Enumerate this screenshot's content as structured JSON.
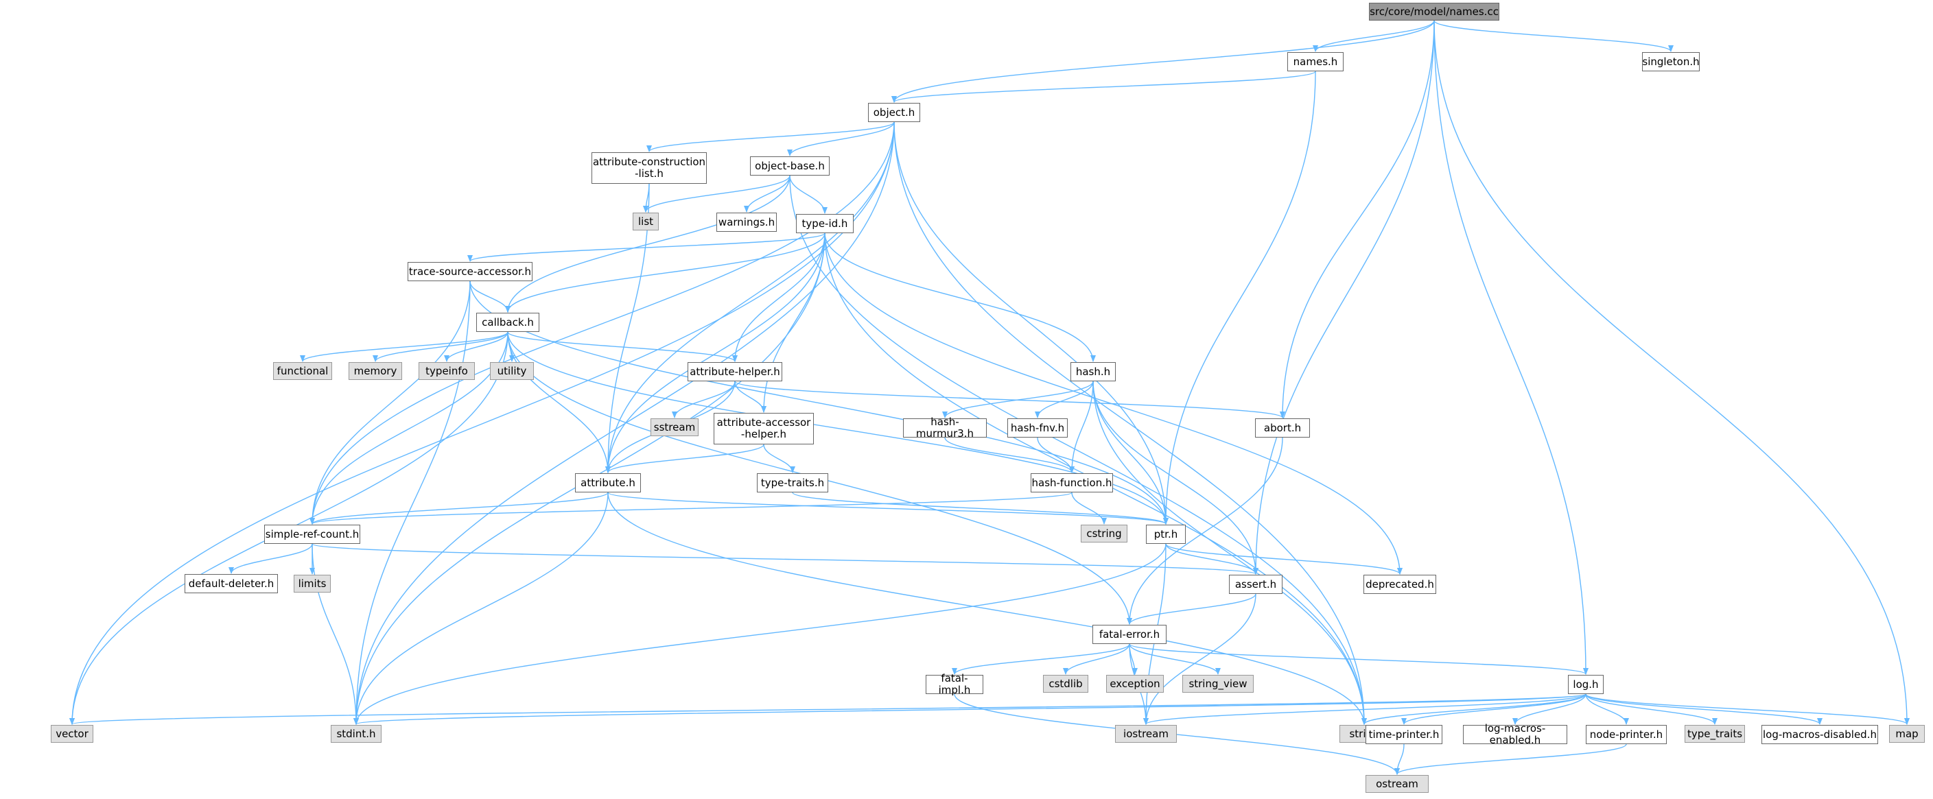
{
  "colors": {
    "edge": "#63b8ff",
    "local_border": "#666666",
    "system_fill": "#e0e0e0",
    "root_fill": "#999999"
  },
  "nodes": [
    {
      "id": "root",
      "label": "src/core/model/names.cc",
      "kind": "root"
    },
    {
      "id": "names_h",
      "label": "names.h",
      "kind": "local"
    },
    {
      "id": "singleton_h",
      "label": "singleton.h",
      "kind": "local"
    },
    {
      "id": "object_h",
      "label": "object.h",
      "kind": "local"
    },
    {
      "id": "attr_cl_h",
      "label": "attribute-construction\n-list.h",
      "kind": "local"
    },
    {
      "id": "object_base_h",
      "label": "object-base.h",
      "kind": "local"
    },
    {
      "id": "list",
      "label": "list",
      "kind": "system"
    },
    {
      "id": "warnings_h",
      "label": "warnings.h",
      "kind": "local"
    },
    {
      "id": "type_id_h",
      "label": "type-id.h",
      "kind": "local"
    },
    {
      "id": "tsa_h",
      "label": "trace-source-accessor.h",
      "kind": "local"
    },
    {
      "id": "callback_h",
      "label": "callback.h",
      "kind": "local"
    },
    {
      "id": "functional",
      "label": "functional",
      "kind": "system"
    },
    {
      "id": "memory",
      "label": "memory",
      "kind": "system"
    },
    {
      "id": "typeinfo",
      "label": "typeinfo",
      "kind": "system"
    },
    {
      "id": "utility",
      "label": "utility",
      "kind": "system"
    },
    {
      "id": "attr_helper_h",
      "label": "attribute-helper.h",
      "kind": "local"
    },
    {
      "id": "sstream",
      "label": "sstream",
      "kind": "system"
    },
    {
      "id": "attr_acc_h",
      "label": "attribute-accessor\n-helper.h",
      "kind": "local"
    },
    {
      "id": "type_traits_h",
      "label": "type-traits.h",
      "kind": "local"
    },
    {
      "id": "attribute_h",
      "label": "attribute.h",
      "kind": "local"
    },
    {
      "id": "hash_h",
      "label": "hash.h",
      "kind": "local"
    },
    {
      "id": "hash_m3_h",
      "label": "hash-murmur3.h",
      "kind": "local"
    },
    {
      "id": "hash_fnv_h",
      "label": "hash-fnv.h",
      "kind": "local"
    },
    {
      "id": "hash_fn_h",
      "label": "hash-function.h",
      "kind": "local"
    },
    {
      "id": "cstring",
      "label": "cstring",
      "kind": "system"
    },
    {
      "id": "abort_h",
      "label": "abort.h",
      "kind": "local"
    },
    {
      "id": "ptr_h",
      "label": "ptr.h",
      "kind": "local"
    },
    {
      "id": "src_h",
      "label": "simple-ref-count.h",
      "kind": "local"
    },
    {
      "id": "default_deleter_h",
      "label": "default-deleter.h",
      "kind": "local"
    },
    {
      "id": "limits",
      "label": "limits",
      "kind": "system"
    },
    {
      "id": "assert_h",
      "label": "assert.h",
      "kind": "local"
    },
    {
      "id": "deprecated_h",
      "label": "deprecated.h",
      "kind": "local"
    },
    {
      "id": "fatal_error_h",
      "label": "fatal-error.h",
      "kind": "local"
    },
    {
      "id": "fatal_impl_h",
      "label": "fatal-impl.h",
      "kind": "local"
    },
    {
      "id": "cstdlib",
      "label": "cstdlib",
      "kind": "system"
    },
    {
      "id": "exception",
      "label": "exception",
      "kind": "system"
    },
    {
      "id": "string_view",
      "label": "string_view",
      "kind": "system"
    },
    {
      "id": "log_h",
      "label": "log.h",
      "kind": "local"
    },
    {
      "id": "vector",
      "label": "vector",
      "kind": "system"
    },
    {
      "id": "stdint_h",
      "label": "stdint.h",
      "kind": "system"
    },
    {
      "id": "iostream",
      "label": "iostream",
      "kind": "system"
    },
    {
      "id": "string",
      "label": "string",
      "kind": "system"
    },
    {
      "id": "time_printer_h",
      "label": "time-printer.h",
      "kind": "local"
    },
    {
      "id": "lme_h",
      "label": "log-macros-enabled.h",
      "kind": "local"
    },
    {
      "id": "node_printer_h",
      "label": "node-printer.h",
      "kind": "local"
    },
    {
      "id": "type_traits",
      "label": "type_traits",
      "kind": "system"
    },
    {
      "id": "lmd_h",
      "label": "log-macros-disabled.h",
      "kind": "local"
    },
    {
      "id": "map",
      "label": "map",
      "kind": "system"
    },
    {
      "id": "ostream",
      "label": "ostream",
      "kind": "system"
    }
  ],
  "edges": [
    [
      "root",
      "object_h"
    ],
    [
      "root",
      "names_h"
    ],
    [
      "root",
      "singleton_h"
    ],
    [
      "root",
      "abort_h"
    ],
    [
      "root",
      "assert_h"
    ],
    [
      "root",
      "log_h"
    ],
    [
      "root",
      "map"
    ],
    [
      "names_h",
      "object_h"
    ],
    [
      "names_h",
      "ptr_h"
    ],
    [
      "object_h",
      "attr_cl_h"
    ],
    [
      "object_h",
      "object_base_h"
    ],
    [
      "object_h",
      "vector"
    ],
    [
      "object_h",
      "stdint_h"
    ],
    [
      "object_h",
      "src_h"
    ],
    [
      "object_h",
      "attribute_h"
    ],
    [
      "object_h",
      "ptr_h"
    ],
    [
      "object_h",
      "string"
    ],
    [
      "attr_cl_h",
      "list"
    ],
    [
      "attr_cl_h",
      "attribute_h"
    ],
    [
      "object_base_h",
      "list"
    ],
    [
      "object_base_h",
      "warnings_h"
    ],
    [
      "object_base_h",
      "type_id_h"
    ],
    [
      "object_base_h",
      "callback_h"
    ],
    [
      "object_base_h",
      "string"
    ],
    [
      "type_id_h",
      "tsa_h"
    ],
    [
      "type_id_h",
      "callback_h"
    ],
    [
      "type_id_h",
      "attr_helper_h"
    ],
    [
      "type_id_h",
      "attr_acc_h"
    ],
    [
      "type_id_h",
      "attribute_h"
    ],
    [
      "type_id_h",
      "hash_h"
    ],
    [
      "type_id_h",
      "stdint_h"
    ],
    [
      "type_id_h",
      "string"
    ],
    [
      "type_id_h",
      "deprecated_h"
    ],
    [
      "tsa_h",
      "callback_h"
    ],
    [
      "tsa_h",
      "src_h"
    ],
    [
      "tsa_h",
      "ptr_h"
    ],
    [
      "tsa_h",
      "stdint_h"
    ],
    [
      "callback_h",
      "functional"
    ],
    [
      "callback_h",
      "memory"
    ],
    [
      "callback_h",
      "typeinfo"
    ],
    [
      "callback_h",
      "utility"
    ],
    [
      "callback_h",
      "attr_helper_h"
    ],
    [
      "callback_h",
      "attribute_h"
    ],
    [
      "callback_h",
      "src_h"
    ],
    [
      "callback_h",
      "ptr_h"
    ],
    [
      "callback_h",
      "fatal_error_h"
    ],
    [
      "callback_h",
      "vector"
    ],
    [
      "attr_helper_h",
      "sstream"
    ],
    [
      "attr_helper_h",
      "attr_acc_h"
    ],
    [
      "attr_helper_h",
      "attribute_h"
    ],
    [
      "attr_helper_h",
      "abort_h"
    ],
    [
      "attr_acc_h",
      "type_traits_h"
    ],
    [
      "attr_acc_h",
      "attribute_h"
    ],
    [
      "type_traits_h",
      "ptr_h"
    ],
    [
      "attribute_h",
      "src_h"
    ],
    [
      "attribute_h",
      "ptr_h"
    ],
    [
      "attribute_h",
      "stdint_h"
    ],
    [
      "attribute_h",
      "string"
    ],
    [
      "hash_h",
      "hash_m3_h"
    ],
    [
      "hash_h",
      "hash_fnv_h"
    ],
    [
      "hash_h",
      "hash_fn_h"
    ],
    [
      "hash_h",
      "ptr_h"
    ],
    [
      "hash_h",
      "assert_h"
    ],
    [
      "hash_h",
      "string"
    ],
    [
      "hash_m3_h",
      "hash_fn_h"
    ],
    [
      "hash_fnv_h",
      "hash_fn_h"
    ],
    [
      "hash_fn_h",
      "cstring"
    ],
    [
      "hash_fn_h",
      "src_h"
    ],
    [
      "abort_h",
      "fatal_error_h"
    ],
    [
      "ptr_h",
      "assert_h"
    ],
    [
      "ptr_h",
      "deprecated_h"
    ],
    [
      "ptr_h",
      "iostream"
    ],
    [
      "ptr_h",
      "stdint_h"
    ],
    [
      "src_h",
      "default_deleter_h"
    ],
    [
      "src_h",
      "limits"
    ],
    [
      "src_h",
      "stdint_h"
    ],
    [
      "src_h",
      "assert_h"
    ],
    [
      "assert_h",
      "fatal_error_h"
    ],
    [
      "assert_h",
      "iostream"
    ],
    [
      "fatal_error_h",
      "fatal_impl_h"
    ],
    [
      "fatal_error_h",
      "cstdlib"
    ],
    [
      "fatal_error_h",
      "exception"
    ],
    [
      "fatal_error_h",
      "string_view"
    ],
    [
      "fatal_error_h",
      "log_h"
    ],
    [
      "fatal_error_h",
      "iostream"
    ],
    [
      "fatal_impl_h",
      "ostream"
    ],
    [
      "log_h",
      "vector"
    ],
    [
      "log_h",
      "stdint_h"
    ],
    [
      "log_h",
      "iostream"
    ],
    [
      "log_h",
      "string"
    ],
    [
      "log_h",
      "time_printer_h"
    ],
    [
      "log_h",
      "lme_h"
    ],
    [
      "log_h",
      "node_printer_h"
    ],
    [
      "log_h",
      "type_traits"
    ],
    [
      "log_h",
      "lmd_h"
    ],
    [
      "log_h",
      "map"
    ],
    [
      "time_printer_h",
      "ostream"
    ],
    [
      "node_printer_h",
      "ostream"
    ]
  ]
}
